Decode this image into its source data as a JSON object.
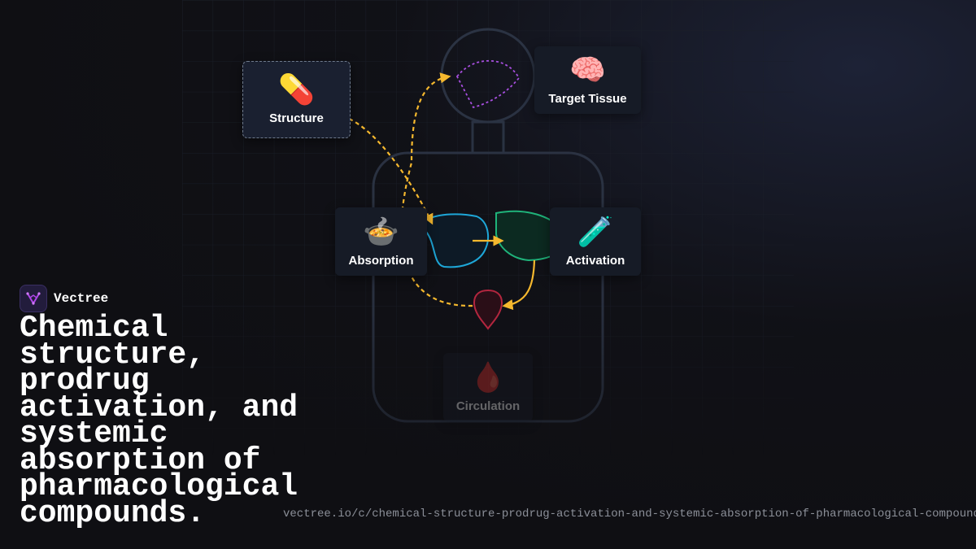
{
  "brand": {
    "name": "Vectree",
    "logo_icon": "vectree-logo-icon"
  },
  "headline": "Chemical structure, prodrug activation, and systemic absorption of pharmacological compounds.",
  "url": "vectree.io/c/chemical-structure-prodrug-activation-and-systemic-absorption-of-pharmacological-compounds",
  "nodes": {
    "structure": {
      "label": "Structure",
      "emoji": "💊",
      "icon": "pill-icon"
    },
    "target": {
      "label": "Target Tissue",
      "emoji": "🧠",
      "icon": "brain-icon"
    },
    "absorption": {
      "label": "Absorption",
      "emoji": "🍲",
      "icon": "stew-pot-icon"
    },
    "activation": {
      "label": "Activation",
      "emoji": "🧪",
      "icon": "test-tube-icon"
    },
    "circulation": {
      "label": "Circulation",
      "emoji": "🩸",
      "icon": "blood-drop-icon"
    }
  },
  "colors": {
    "background": "#0f0f13",
    "arrow": "#f5b82e",
    "body_outline": "#2c3444",
    "gut": "#1ea7d8",
    "liver": "#1fb37a",
    "heart": "#b3263f",
    "brain_region": "#a84fe0",
    "brand_accent": "#b046e8"
  }
}
